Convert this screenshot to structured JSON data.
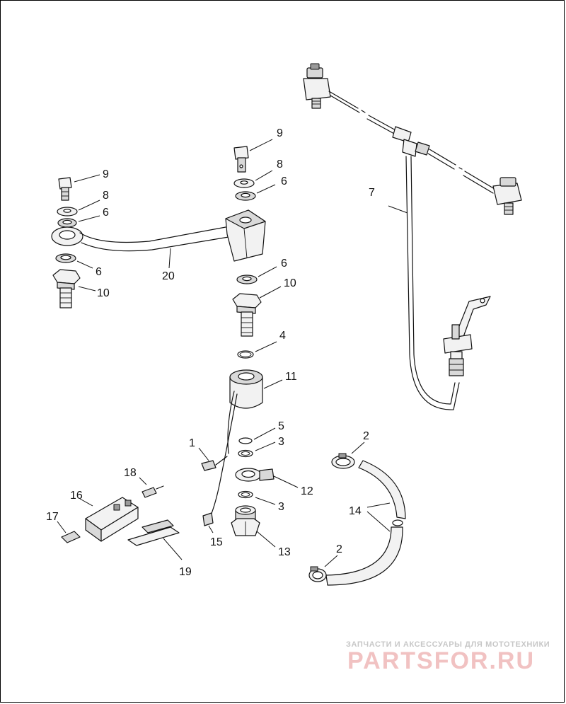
{
  "callouts": {
    "c1": "1",
    "c2a": "2",
    "c2b": "2",
    "c3a": "3",
    "c3b": "3",
    "c4": "4",
    "c5": "5",
    "c6a": "6",
    "c6b": "6",
    "c6c": "6",
    "c6d": "6",
    "c7": "7",
    "c8a": "8",
    "c8b": "8",
    "c9a": "9",
    "c9b": "9",
    "c10a": "10",
    "c10b": "10",
    "c11": "11",
    "c12": "12",
    "c13": "13",
    "c14": "14",
    "c15": "15",
    "c16": "16",
    "c17": "17",
    "c18": "18",
    "c19": "19",
    "c20": "20"
  },
  "watermark": {
    "tagline": "ЗАПЧАСТИ И АКСЕССУАРЫ ДЛЯ МОТОТЕХНИКИ",
    "brand": "PARTSFOR.RU"
  },
  "colors": {
    "line": "#111111",
    "background": "#ffffff",
    "watermark_brand": "#f1c2c2",
    "watermark_text": "#c7c7c7"
  }
}
